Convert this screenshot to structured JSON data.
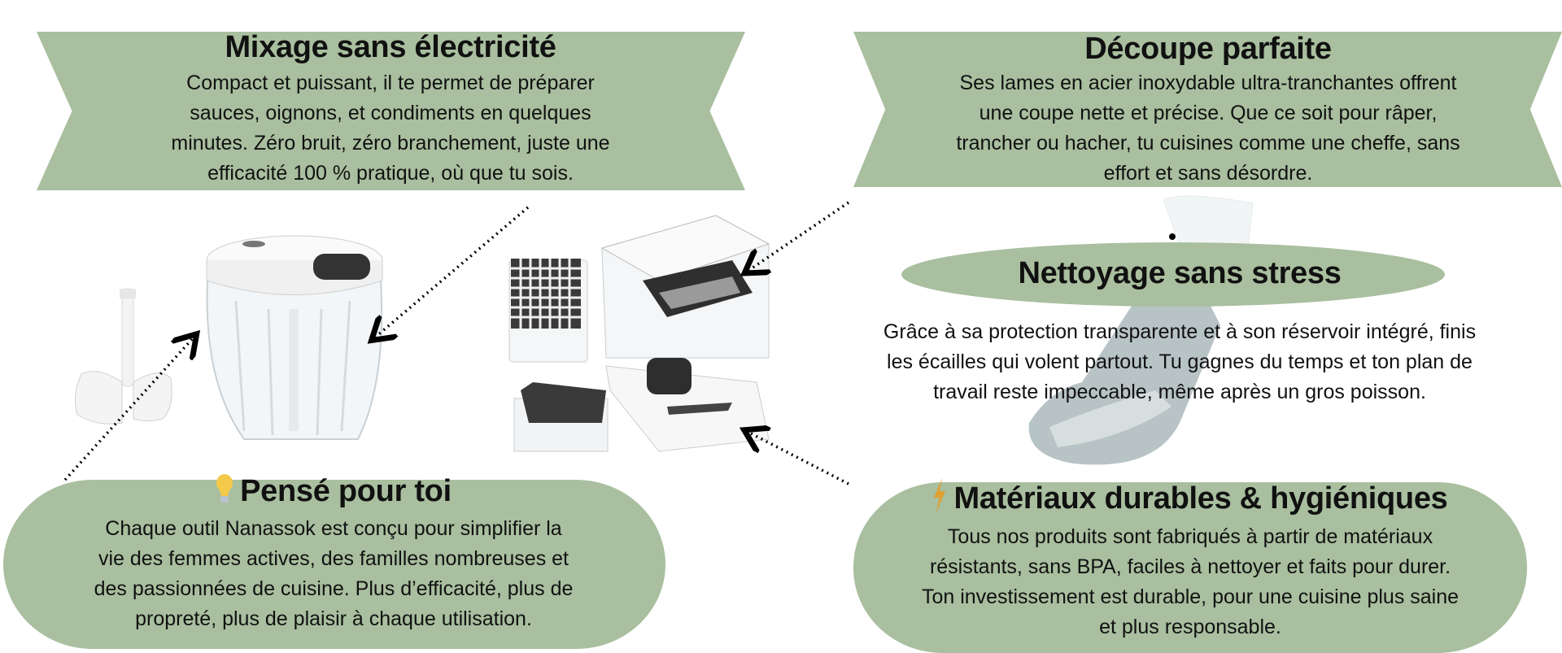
{
  "cards": {
    "mixage": {
      "title": "Mixage sans électricité",
      "lines": [
        "Compact et puissant, il te permet de préparer",
        "sauces, oignons, et condiments en quelques",
        "minutes. Zéro bruit, zéro branchement, juste une",
        "efficacité 100 % pratique, où que tu sois."
      ]
    },
    "decoupe": {
      "title": "Découpe parfaite",
      "lines": [
        "Ses lames en acier inoxydable ultra-tranchantes offrent",
        "une coupe nette et précise. Que ce soit pour râper,",
        "trancher ou hacher, tu cuisines comme une cheffe, sans",
        "effort et sans désordre."
      ]
    },
    "nettoyage": {
      "title": "Nettoyage sans stress",
      "lines": [
        "Grâce à sa protection transparente et à son réservoir intégré, finis",
        "les écailles qui volent partout. Tu gagnes du temps et ton plan de",
        "travail reste impeccable, même après un gros poisson."
      ]
    },
    "pense": {
      "icon": "lightbulb-icon",
      "title": "Pensé pour toi",
      "lines": [
        "Chaque outil Nanassok est conçu pour simplifier la",
        "vie des femmes actives, des familles nombreuses et",
        "des passionnées de cuisine. Plus d’efficacité, plus de",
        "propreté, plus de plaisir à chaque utilisation."
      ]
    },
    "materiaux": {
      "icon": "lightning-icon",
      "title": "Matériaux durables & hygiéniques",
      "lines": [
        "Tous nos produits sont fabriqués à partir de matériaux",
        "résistants, sans BPA, faciles à nettoyer et faits pour durer.",
        "Ton investissement est durable, pour une cuisine plus saine",
        "et plus responsable."
      ]
    }
  },
  "colors": {
    "accent": "#a9bf9f",
    "text": "#111111",
    "bolt": "#e0a030",
    "bulb": "#f3c94a"
  }
}
